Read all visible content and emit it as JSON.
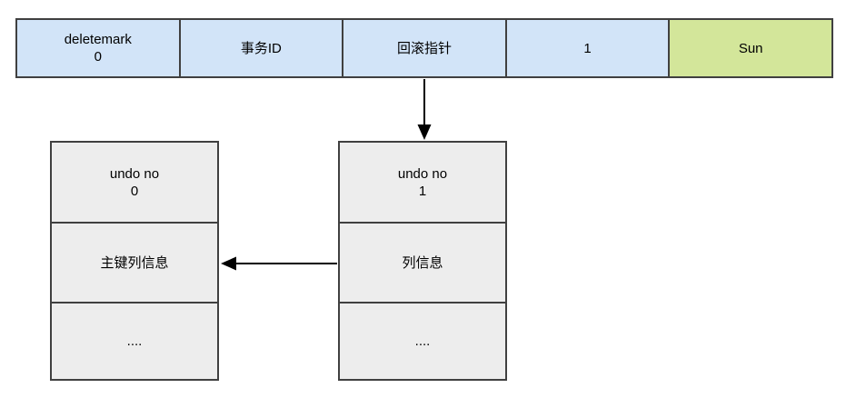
{
  "diagram": {
    "record_row": {
      "cells": [
        {
          "text": "deletemark\n0",
          "fill": "#d2e4f8"
        },
        {
          "text": "事务ID",
          "fill": "#d2e4f8"
        },
        {
          "text": "回滚指针",
          "fill": "#d2e4f8"
        },
        {
          "text": "1",
          "fill": "#d2e4f8"
        },
        {
          "text": "Sun",
          "fill": "#d3e69a"
        }
      ]
    },
    "undo_boxes": [
      {
        "rows": [
          "undo no\n0",
          "主键列信息",
          "...."
        ]
      },
      {
        "rows": [
          "undo no\n1",
          "列信息",
          "...."
        ]
      }
    ],
    "colors": {
      "cell_blue": "#d2e4f8",
      "cell_green": "#d3e69a",
      "box_fill": "#ededed",
      "border": "#404040",
      "arrow": "#000000"
    }
  }
}
